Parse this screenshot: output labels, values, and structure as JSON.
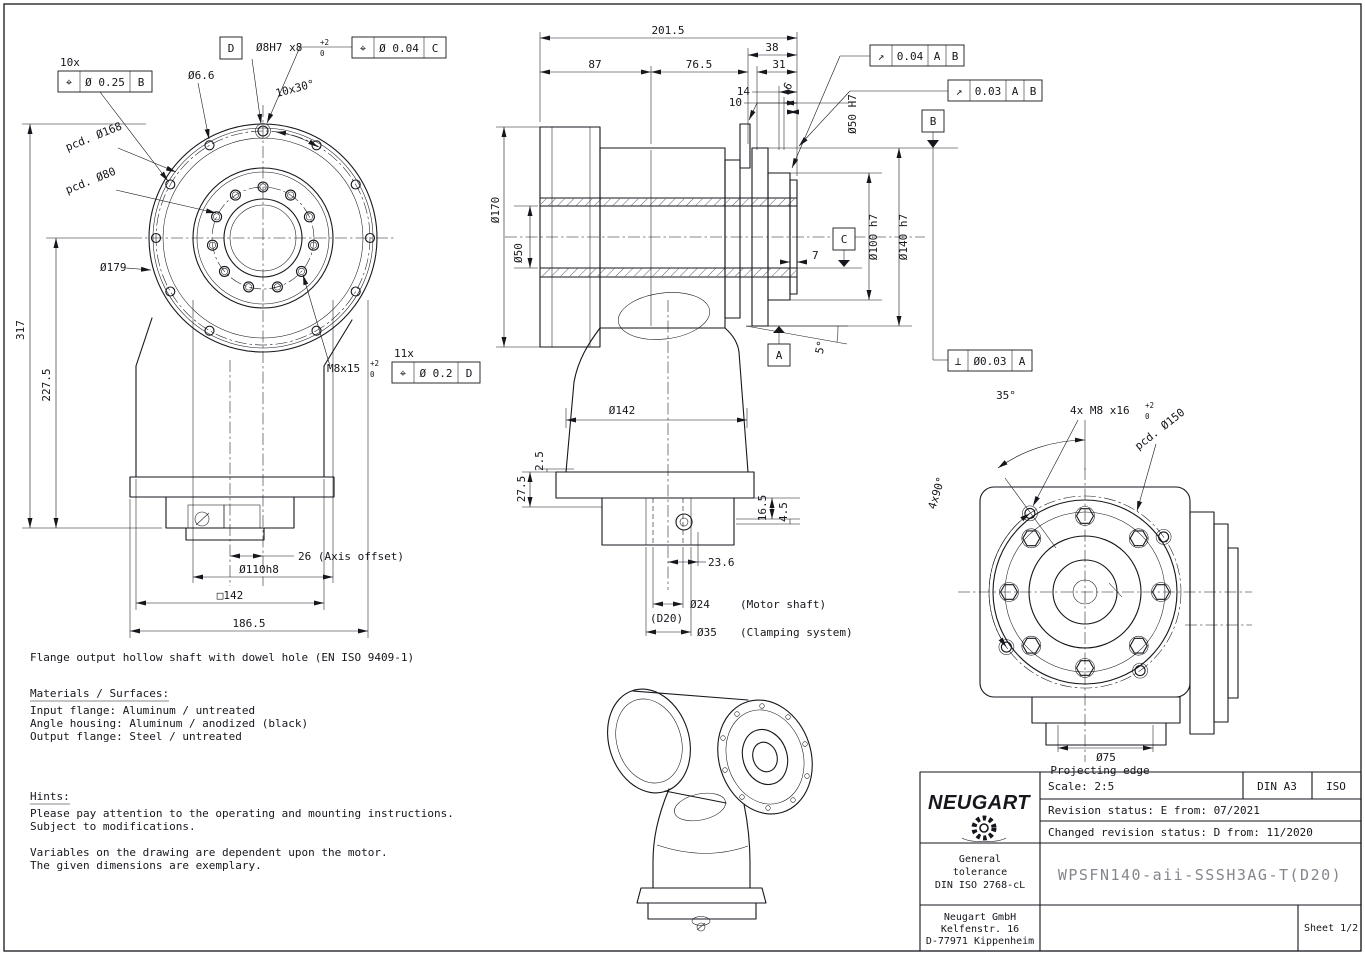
{
  "front": {
    "qty_outer": "10x",
    "gdt_outer": {
      "sym": "⌖",
      "tol": "Ø 0.25",
      "datum": "B"
    },
    "hole_dia": "Ø6.6",
    "datum_d": "D",
    "dowel": "Ø8H7 x8",
    "dowel_tol_up": "+2",
    "dowel_tol_dn": "0",
    "gdt_dowel": {
      "sym": "⌖",
      "tol": "Ø 0.04",
      "datum": "C"
    },
    "angle_spacing": "10x30°",
    "pcd_168": "pcd. Ø168",
    "pcd_80": "pcd. Ø80",
    "dia_179": "Ø179",
    "dim_317": "317",
    "dim_2275": "227.5",
    "qty_thread": "11x",
    "thread": "M8x15",
    "thread_tol_up": "+2",
    "thread_tol_dn": "0",
    "gdt_thread": {
      "sym": "⌖",
      "tol": "Ø 0.2",
      "datum": "D"
    },
    "axis_offset": "26 (Axis offset)",
    "dia_110": "Ø110h8",
    "sq_142": "□142",
    "dim_1865": "186.5"
  },
  "side": {
    "dim_2015": "201.5",
    "dim_87": "87",
    "dim_765": "76.5",
    "dim_38": "38",
    "dim_31": "31",
    "dim_14": "14",
    "dim_10": "10",
    "dim_6": "6",
    "dim_7": "7",
    "gdt_runout1": {
      "sym": "↗",
      "tol": "0.04",
      "d1": "A",
      "d2": "B"
    },
    "gdt_runout2": {
      "sym": "↗",
      "tol": "0.03",
      "d1": "A",
      "d2": "B"
    },
    "datum_a": "A",
    "datum_b": "B",
    "datum_c": "C",
    "dia_170": "Ø170",
    "dia_50": "Ø50",
    "dia_50h7": "Ø50 H7",
    "dia_100h7": "Ø100 h7",
    "dia_140h7": "Ø140 h7",
    "angle_5": "5°",
    "dia_142": "Ø142",
    "dim_275": "27.5",
    "dim_25": "2.5",
    "dim_165": "16.5",
    "dim_45": "4.5",
    "dim_236": "23.6",
    "dia_24": "Ø24",
    "motor_shaft": "(Motor shaft)",
    "d20": "(D20)",
    "dia_35": "Ø35",
    "clamping": "(Clamping system)",
    "gdt_perp": {
      "sym": "⊥",
      "tol": "Ø0.03",
      "datum": "A"
    }
  },
  "rear": {
    "angle_35": "35°",
    "thread": "4x M8 x16",
    "thread_tol_up": "+2",
    "thread_tol_dn": "0",
    "pcd_150": "pcd. Ø150",
    "angle_4x90": "4x90°",
    "dia_75": "Ø75",
    "projecting_edge": "Projecting edge"
  },
  "notes": {
    "flange_note": "Flange output hollow shaft with dowel hole (EN ISO 9409-1)",
    "materials_title": "Materials / Surfaces:",
    "materials": [
      "Input flange: Aluminum / untreated",
      "Angle housing: Aluminum / anodized (black)",
      "Output flange: Steel / untreated"
    ],
    "hints_title": "Hints:",
    "hints": [
      "Please pay attention to the operating and mounting instructions.",
      "Subject to modifications.",
      "Variables on the drawing are dependent upon the motor.",
      "The given dimensions are exemplary."
    ]
  },
  "titleblock": {
    "brand": "NEUGART",
    "scale": "Scale: 2:5",
    "format": "DIN A3",
    "standard": "ISO",
    "revision": "Revision status: E  from: 07/2021",
    "changed": "Changed revision status: D  from: 11/2020",
    "tol_l1": "General",
    "tol_l2": "tolerance",
    "tol_l3": "DIN ISO 2768-cL",
    "part_no": "WPSFN140-aii-SSSH3AG-T(D20)",
    "addr_l1": "Neugart GmbH",
    "addr_l2": "Kelfenstr. 16",
    "addr_l3": "D-77971 Kippenheim",
    "sheet": "Sheet 1/2"
  }
}
